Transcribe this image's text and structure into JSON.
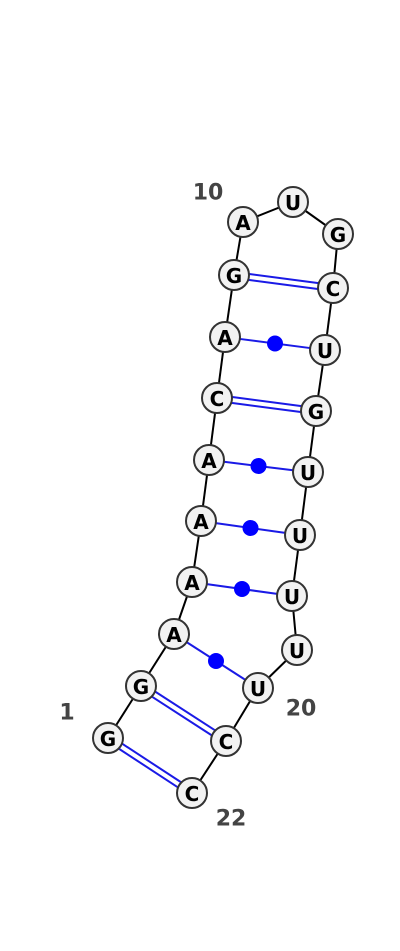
{
  "colors": {
    "backbone": "#000000",
    "pair_line": "#1a1ae6",
    "gu_dot": "#0000ff",
    "node_fill": "#f2f2f2",
    "node_stroke": "#333333",
    "label": "#444444"
  },
  "sequence": [
    "G",
    "G",
    "A",
    "A",
    "A",
    "A",
    "C",
    "A",
    "G",
    "A",
    "U",
    "G",
    "C",
    "U",
    "G",
    "U",
    "U",
    "U",
    "U",
    "U",
    "C",
    "C"
  ],
  "base_pairs": [
    {
      "i": 1,
      "j": 22,
      "type": "canonical"
    },
    {
      "i": 2,
      "j": 21,
      "type": "canonical"
    },
    {
      "i": 3,
      "j": 20,
      "type": "wobble"
    },
    {
      "i": 4,
      "j": 18,
      "type": "wobble"
    },
    {
      "i": 5,
      "j": 17,
      "type": "wobble"
    },
    {
      "i": 6,
      "j": 16,
      "type": "wobble"
    },
    {
      "i": 7,
      "j": 15,
      "type": "canonical"
    },
    {
      "i": 8,
      "j": 14,
      "type": "wobble"
    },
    {
      "i": 9,
      "j": 13,
      "type": "canonical"
    }
  ],
  "position_labels": [
    {
      "index": 1,
      "text": "1"
    },
    {
      "index": 10,
      "text": "10"
    },
    {
      "index": 20,
      "text": "20"
    },
    {
      "index": 22,
      "text": "22"
    }
  ]
}
